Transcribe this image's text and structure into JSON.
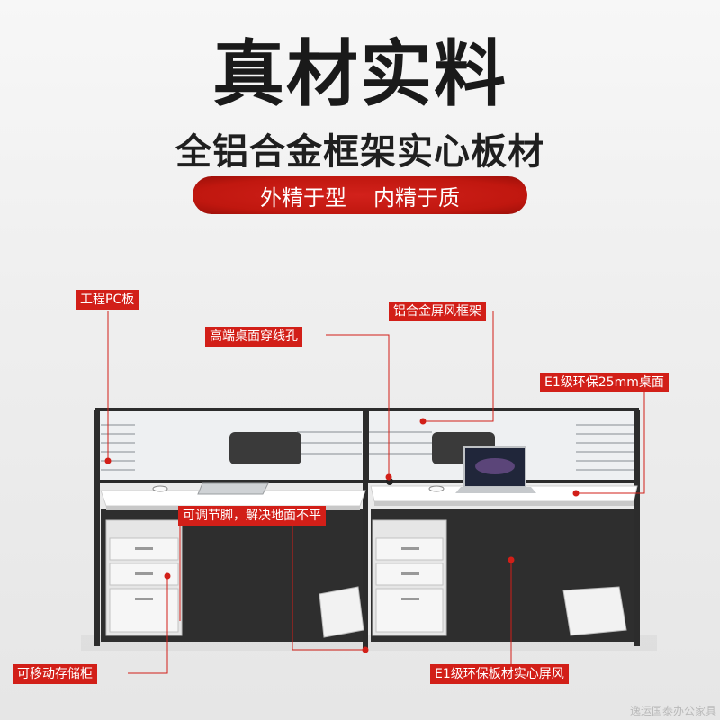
{
  "header": {
    "title": "真材实料",
    "subtitle": "全铝合金框架实心板材",
    "slogan_left": "外精于型",
    "slogan_right": "内精于质"
  },
  "callouts": {
    "pc_board": "工程PC板",
    "cable_hole": "高端桌面穿线孔",
    "aluminum_frame": "铝合金屏风框架",
    "desktop": "E1级环保25mm桌面",
    "adjustable_feet": "可调节脚，解决地面不平",
    "cabinet": "可移动存储柜",
    "panel_board": "E1级环保板材实心屏风"
  },
  "watermark": "逸运国泰办公家具",
  "colors": {
    "accent": "#d21f18",
    "frame": "#2c2c2c",
    "desk_top": "#ffffff",
    "screen_back": "#2f2f2f"
  }
}
